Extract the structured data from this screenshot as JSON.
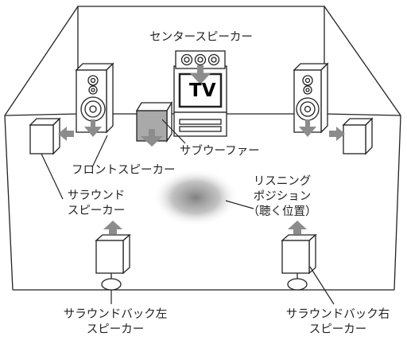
{
  "labels": {
    "center_speaker": "センタースピーカー",
    "tv": "TV",
    "subwoofer": "サブウーファー",
    "front_speaker": "フロントスピーカー",
    "surround_speaker_line1": "サラウンド",
    "surround_speaker_line2": "スピーカー",
    "listening_line1": "リスニング",
    "listening_line2": "ポジション",
    "listening_line3": "（聴く位置）",
    "surround_back_left_line1": "サラウンドバック左",
    "surround_back_left_line2": "スピーカー",
    "surround_back_right_line1": "サラウンドバック右",
    "surround_back_right_line2": "スピーカー"
  },
  "colors": {
    "arrow": "#8c8c8c",
    "line": "#222222",
    "listening_spot": "#7a7a7a"
  }
}
